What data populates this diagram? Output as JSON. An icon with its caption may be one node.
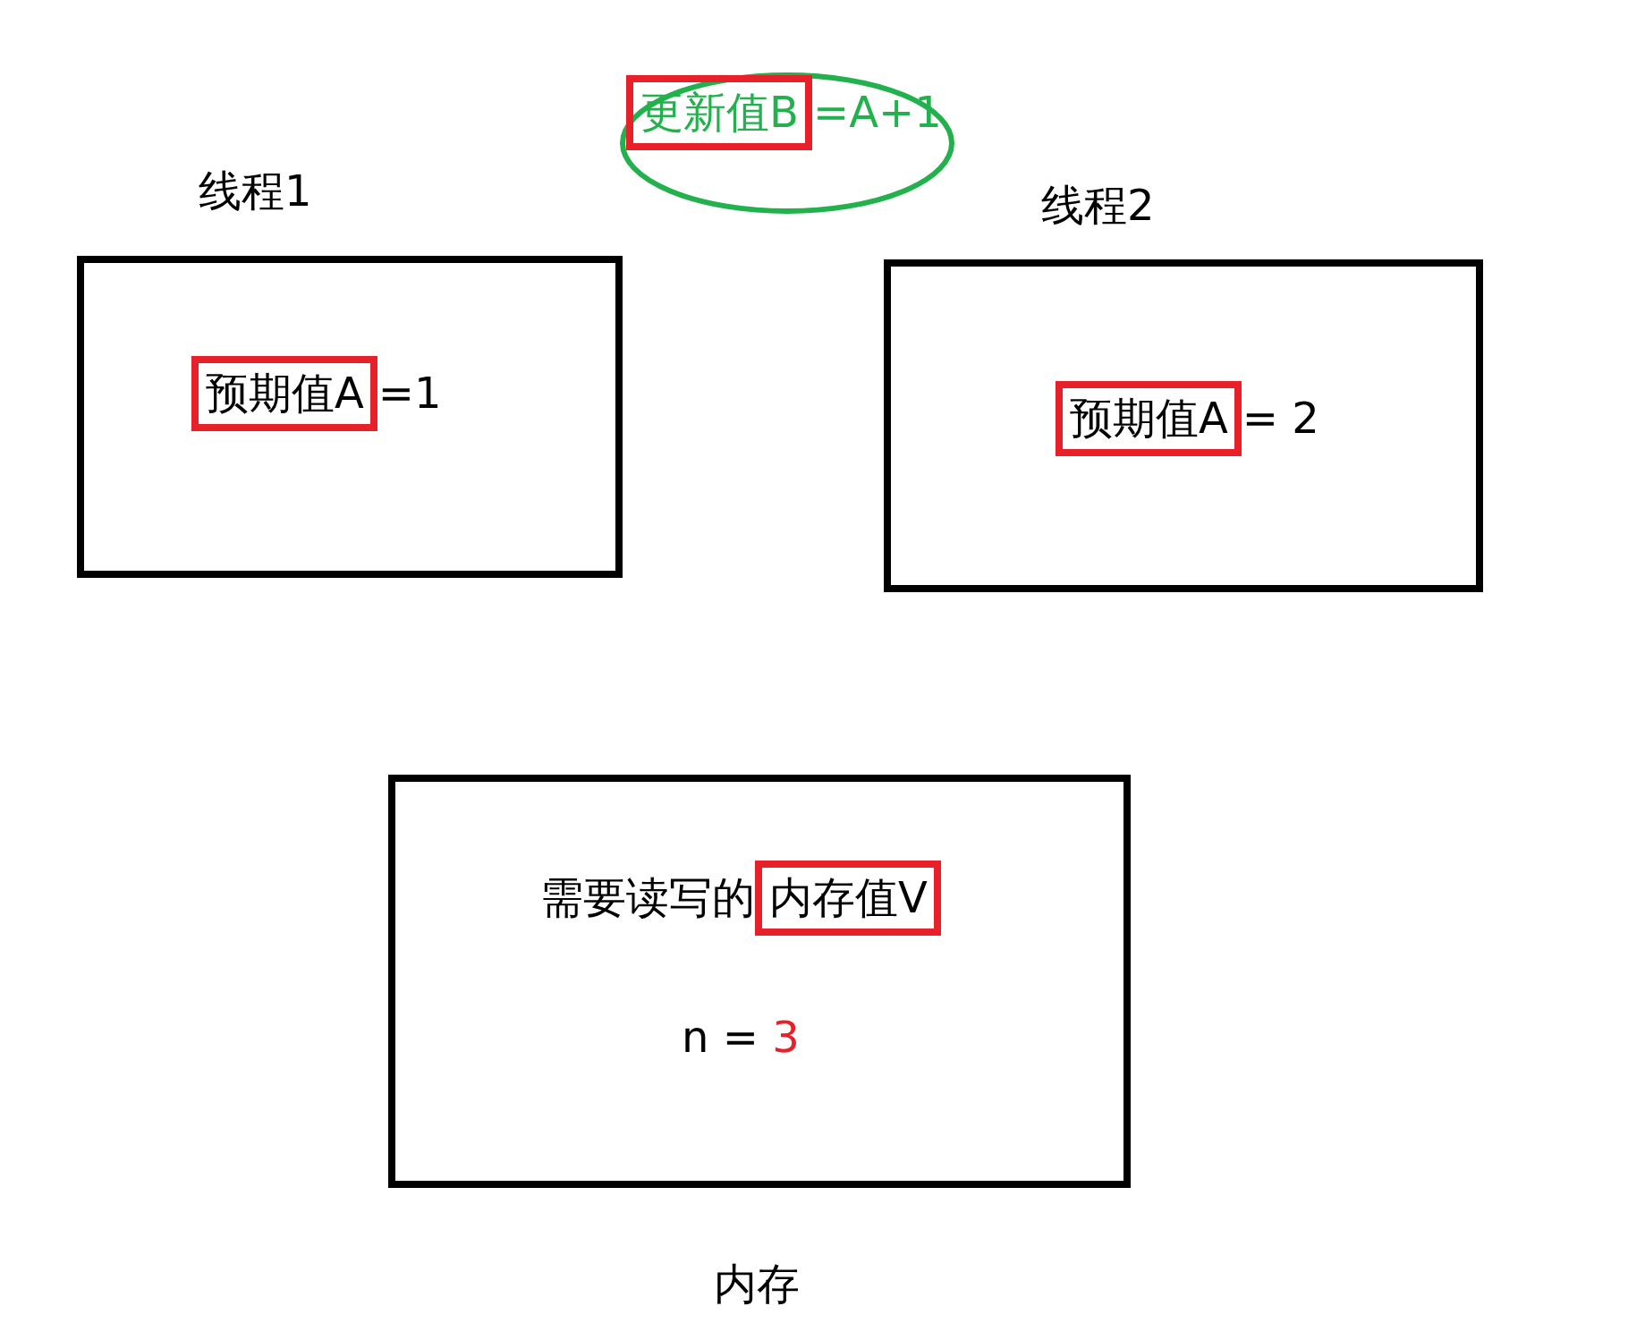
{
  "diagram": {
    "nodes": [
      {
        "text": [],
        "shape": "ellipse"
      },
      {
        "text": [
          "更新值B"
        ],
        "in": 0,
        "beside": [
          "=A+1"
        ]
      },
      {
        "text": [
          "线程1"
        ]
      },
      {
        "text": [
          "预期值A"
        ],
        "in": 2,
        "beside": [
          "=1"
        ]
      },
      {
        "text": [
          "线程2"
        ]
      },
      {
        "text": [
          "预期值A"
        ],
        "in": 4,
        "beside": [
          "= 2"
        ]
      },
      {
        "text": [
          "需要读写的",
          "n = 3",
          "内存"
        ]
      },
      {
        "text": [
          "内存值V"
        ],
        "in": 6
      }
    ]
  }
}
